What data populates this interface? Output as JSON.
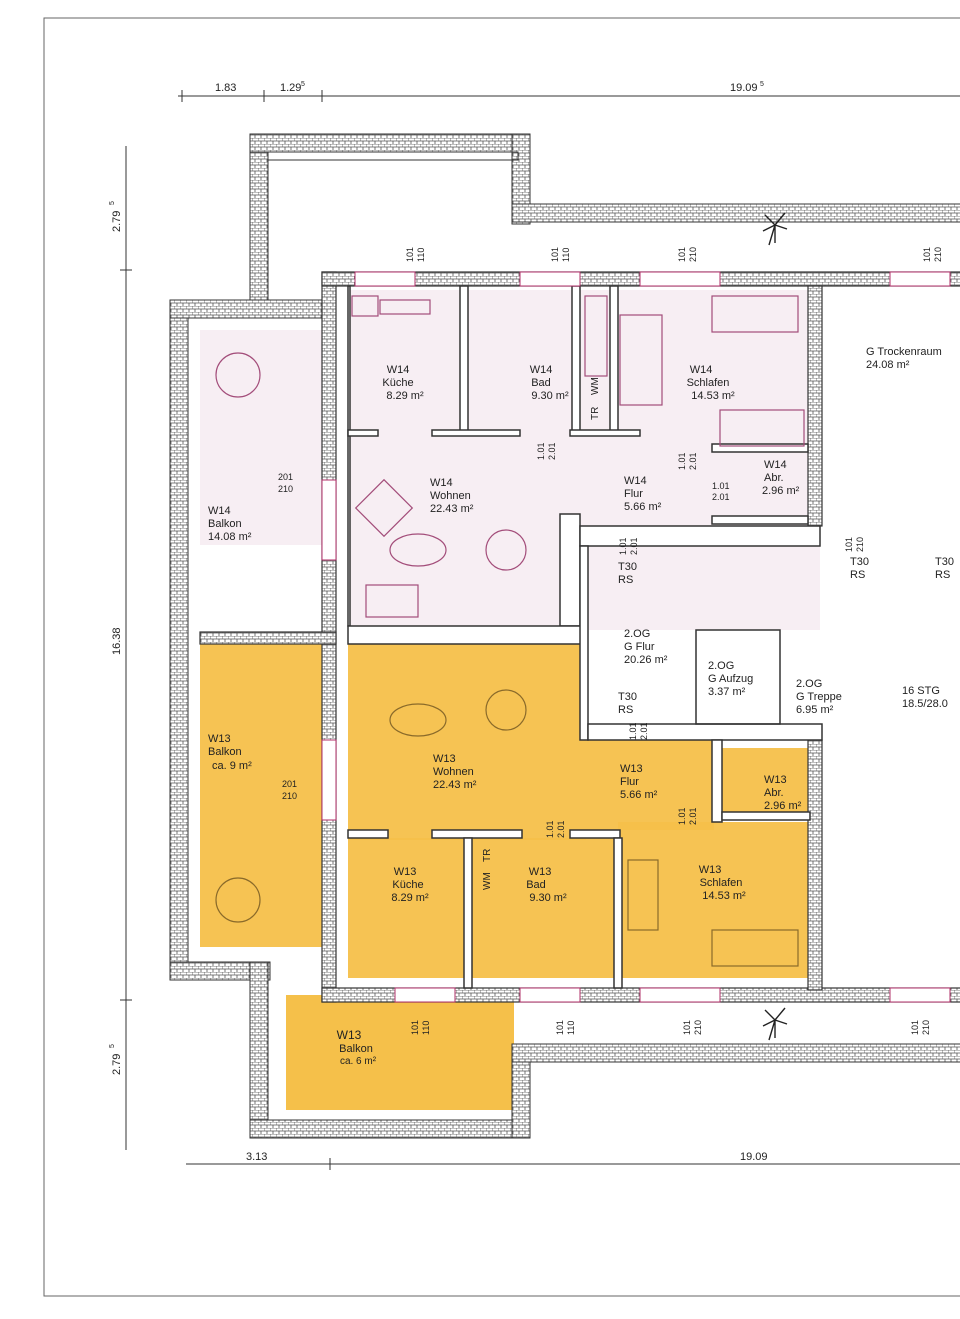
{
  "colors": {
    "highlight": "#f5c04a",
    "highlight_dark": "#f0b43a",
    "wall": "#3a3a3a",
    "pink_line": "#b0306a",
    "tint": "#f3e6ee"
  },
  "dimensions": {
    "top": [
      "1.83",
      "1.29",
      "5",
      "19.09",
      "5"
    ],
    "top_left_height": [
      "2.79",
      "5"
    ],
    "total_height": "16.38",
    "bottom_left_height": [
      "2.79",
      "5"
    ],
    "bottom": [
      "3.13",
      "19.09"
    ]
  },
  "openings": {
    "top_1": [
      "101",
      "110"
    ],
    "top_2": [
      "101",
      "110"
    ],
    "top_3": [
      "101",
      "210"
    ],
    "top_4": [
      "101",
      "210"
    ],
    "bottom_1": [
      "101",
      "110"
    ],
    "bottom_2": [
      "101",
      "110"
    ],
    "bottom_3": [
      "101",
      "210"
    ],
    "bottom_4": [
      "101",
      "210"
    ],
    "balcony_door_w14": [
      "201",
      "210"
    ],
    "balcony_door_w13": [
      "201",
      "210"
    ],
    "door_bad_w14": [
      "1.01",
      "2.01"
    ],
    "door_flur_w14": [
      "1.01",
      "2.01"
    ],
    "door_abr_w14": [
      "1.01",
      "2.01"
    ],
    "door_entry_w14": [
      "1.01",
      "2.01"
    ],
    "door_trocken": [
      "101",
      "210"
    ],
    "door_entry_w13": [
      "1.01",
      "2.01"
    ],
    "door_bad_w13": [
      "1.01",
      "2.01"
    ],
    "door_flur_w13": [
      "1.01",
      "2.01"
    ]
  },
  "fire_doors": {
    "w14": [
      "T30",
      "RS"
    ],
    "trocken": [
      "T30",
      "RS"
    ],
    "right": [
      "T30",
      "RS"
    ],
    "w13": [
      "T30",
      "RS"
    ]
  },
  "rooms": {
    "w14_kueche": [
      "W14",
      "Küche",
      "8.29 m²"
    ],
    "w14_bad": [
      "W14",
      "Bad",
      "9.30 m²"
    ],
    "w14_schlafen": [
      "W14",
      "Schlafen",
      "14.53 m²"
    ],
    "trockenraum": [
      "G Trockenraum",
      "24.08 m²"
    ],
    "w14_wohnen": [
      "W14",
      "Wohnen",
      "22.43 m²"
    ],
    "w14_flur": [
      "W14",
      "Flur",
      "5.66 m²"
    ],
    "w14_abr": [
      "W14",
      "Abr.",
      "2.96 m²"
    ],
    "w14_balkon": [
      "W14",
      "Balkon",
      "14.08 m²"
    ],
    "g_flur": [
      "2.OG",
      "G Flur",
      "20.26 m²"
    ],
    "aufzug": [
      "2.OG",
      "G Aufzug",
      "3.37 m²"
    ],
    "treppe": [
      "2.OG",
      "G Treppe",
      "6.95 m²"
    ],
    "treppe_steps": [
      "16 STG",
      "18.5/28.0"
    ],
    "w13_balkon_left": [
      "W13",
      "Balkon",
      "ca. 9  m²"
    ],
    "w13_wohnen": [
      "W13",
      "Wohnen",
      "22.43 m²"
    ],
    "w13_flur": [
      "W13",
      "Flur",
      "5.66 m²"
    ],
    "w13_abr": [
      "W13",
      "Abr.",
      "2.96 m²"
    ],
    "w13_kueche": [
      "W13",
      "Küche",
      "8.29 m²"
    ],
    "w13_bad": [
      "W13",
      "Bad",
      "9.30 m²"
    ],
    "w13_schlafen": [
      "W13",
      "Schlafen",
      "14.53 m²"
    ],
    "w13_balkon_bottom": [
      "W13",
      "Balkon",
      "ca. 6 m²"
    ]
  },
  "fixtures": {
    "w14_laundry": [
      "TR",
      "WM"
    ],
    "w13_laundry": [
      "WM",
      "TR"
    ]
  }
}
